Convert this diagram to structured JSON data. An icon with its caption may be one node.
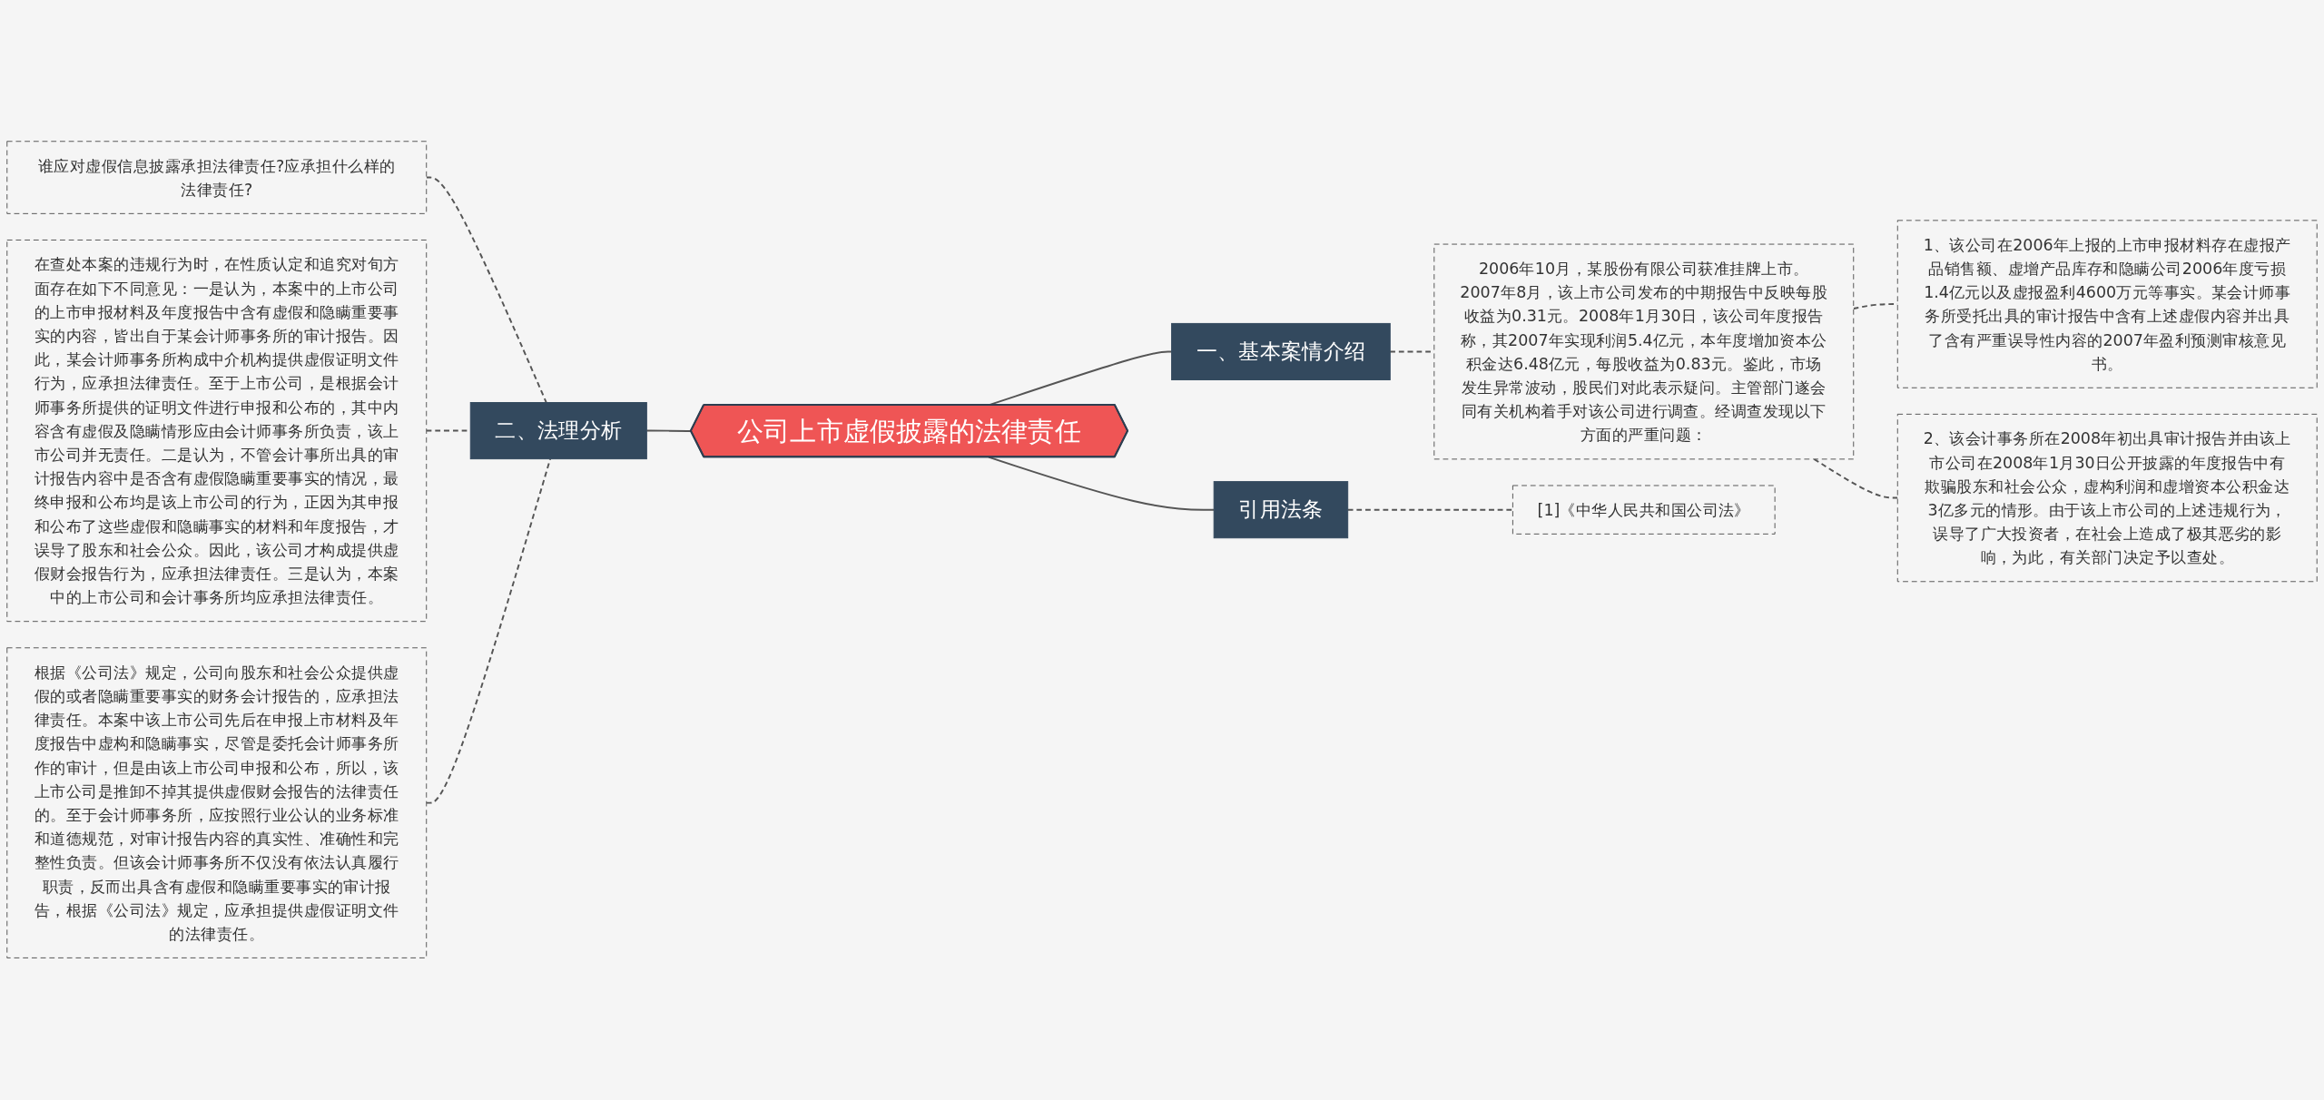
{
  "diagram": {
    "nodes": [
      {
        "text": [
          "公司上市虚假披露的法律责任"
        ]
      },
      {
        "text": [
          "一、基本案情介绍"
        ]
      },
      {
        "text": [
          "2006年10月，某股份有限公司获准挂牌上市。2007年8月，该上市公司发布的中期报告中反映每股收益为0.31元。2008年1月30日，该公司年度报告称，其2007年实现利润5.4亿元，本年度增加资本公积金达6.48亿元，每股收益为0.83元。鉴此，市场发生异常波动，股民们对此表示疑问。主管部门遂会同有关机构着手对该公司进行调查。经调查发现以下方面的严重问题："
        ]
      },
      {
        "text": [
          "1、该公司在2006年上报的上市申报材料存在虚报产品销售额、虚增产品库存和隐瞒公司2006年度亏损1.4亿元以及虚报盈利4600万元等事实。某会计师事务所受托出具的审计报告中含有上述虚假内容并出具了含有严重误导性内容的2007年盈利预测审核意见书。"
        ]
      },
      {
        "text": [
          "2、该会计事务所在2008年初出具审计报告并由该上市公司在2008年1月30日公开披露的年度报告中有欺骗股东和社会公众，虚构利润和虚增资本公积金达3亿多元的情形。由于该上市公司的上述违规行为，误导了广大投资者，在社会上造成了极其恶劣的影响，为此，有关部门决定予以查处。"
        ]
      },
      {
        "text": [
          "引用法条"
        ]
      },
      {
        "text": [
          "[1]《中华人民共和国公司法》"
        ]
      },
      {
        "text": [
          "二、法理分析"
        ]
      },
      {
        "text": [
          "谁应对虚假信息披露承担法律责任?应承担什么样的法律责任?"
        ]
      },
      {
        "text": [
          "在查处本案的违规行为时，在性质认定和追究对旬方面存在如下不同意见：一是认为，本案中的上市公司的上市申报材料及年度报告中含有虚假和隐瞒重要事实的内容，皆出自于某会计师事务所的审计报告。因此，某会计师事务所构成中介机构提供虚假证明文件行为，应承担法律责任。至于上市公司，是根据会计师事务所提供的证明文件进行申报和公布的，其中内容含有虚假及隐瞒情形应由会计师事务所负责，该上市公司并无责任。二是认为，不管会计事所出具的审计报告内容中是否含有虚假隐瞒重要事实的情况，最终申报和公布均是该上市公司的行为，正因为其申报和公布了这些虚假和隐瞒事实的材料和年度报告，才误导了股东和社会公众。因此，该公司才构成提供虚假财会报告行为，应承担法律责任。三是认为，本案中的上市公司和会计事务所均应承担法律责任。"
        ]
      },
      {
        "text": [
          "根据《公司法》规定，公司向股东和社会公众提供虚假的或者隐瞒重要事实的财务会计报告的，应承担法律责任。本案中该上市公司先后在申报上市材料及年度报告中虚构和隐瞒事实，尽管是委托会计师事务所作的审计，但是由该上市公司申报和公布，所以，该上市公司是推卸不掉其提供虚假财会报告的法律责任的。至于会计师事务所，应按照行业公认的业务标准和道德规范，对审计报告内容的真实性、准确性和完整性负责。但该会计师事务所不仅没有依法认真履行职责，反而出具含有虚假和隐瞒重要事实的审计报告，根据《公司法》规定，应承担提供虚假证明文件的法律责任。"
        ]
      }
    ],
    "edges": [
      {
        "from": 0,
        "to": 1,
        "arrow": "none"
      },
      {
        "from": 1,
        "to": 2,
        "arrow": "none",
        "style": "dashed"
      },
      {
        "from": 2,
        "to": 3,
        "arrow": "none",
        "style": "dashed"
      },
      {
        "from": 2,
        "to": 4,
        "arrow": "none",
        "style": "dashed"
      },
      {
        "from": 0,
        "to": 5,
        "arrow": "none"
      },
      {
        "from": 5,
        "to": 6,
        "arrow": "none",
        "style": "dashed"
      },
      {
        "from": 8,
        "to": 7,
        "arrow": "none",
        "style": "dashed"
      },
      {
        "from": 9,
        "to": 7,
        "arrow": "none",
        "style": "dashed"
      },
      {
        "from": 10,
        "to": 7,
        "arrow": "none",
        "style": "dashed"
      },
      {
        "from": 7,
        "to": 0,
        "arrow": "none"
      }
    ]
  }
}
